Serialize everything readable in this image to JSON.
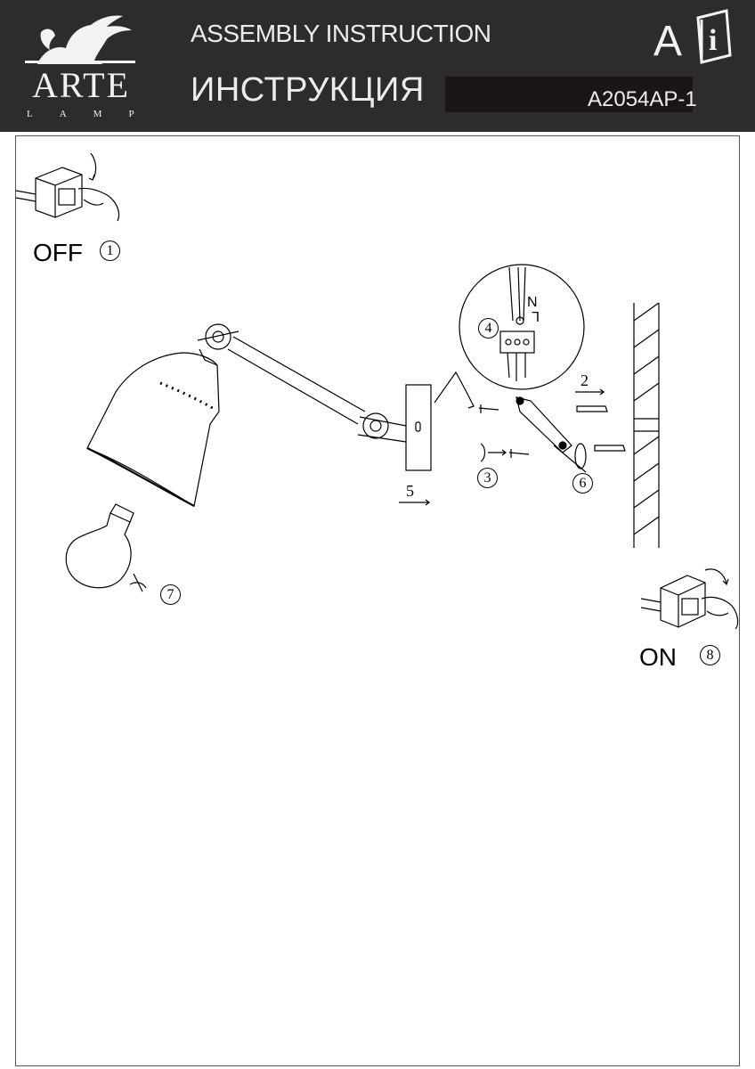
{
  "header": {
    "brand": "ARTE",
    "brand_sub": "LAMP",
    "title_en": "ASSEMBLY INSTRUCTION",
    "title_ru": "ИНСТРУКЦИЯ",
    "model": "A2054AP-1",
    "info_icon_letter": "A",
    "info_icon_glyph": "i"
  },
  "steps": {
    "off_label": "OFF",
    "off_num": "1",
    "on_label": "ON",
    "on_num": "8",
    "s2": "2",
    "s3": "3",
    "s4": "4",
    "s5": "5",
    "s6": "6",
    "s7": "7"
  },
  "wiring": {
    "n": "N",
    "l": "L"
  },
  "colors": {
    "header_bg": "#2e2b2b",
    "model_box": "#1a1616",
    "text": "#000000"
  }
}
